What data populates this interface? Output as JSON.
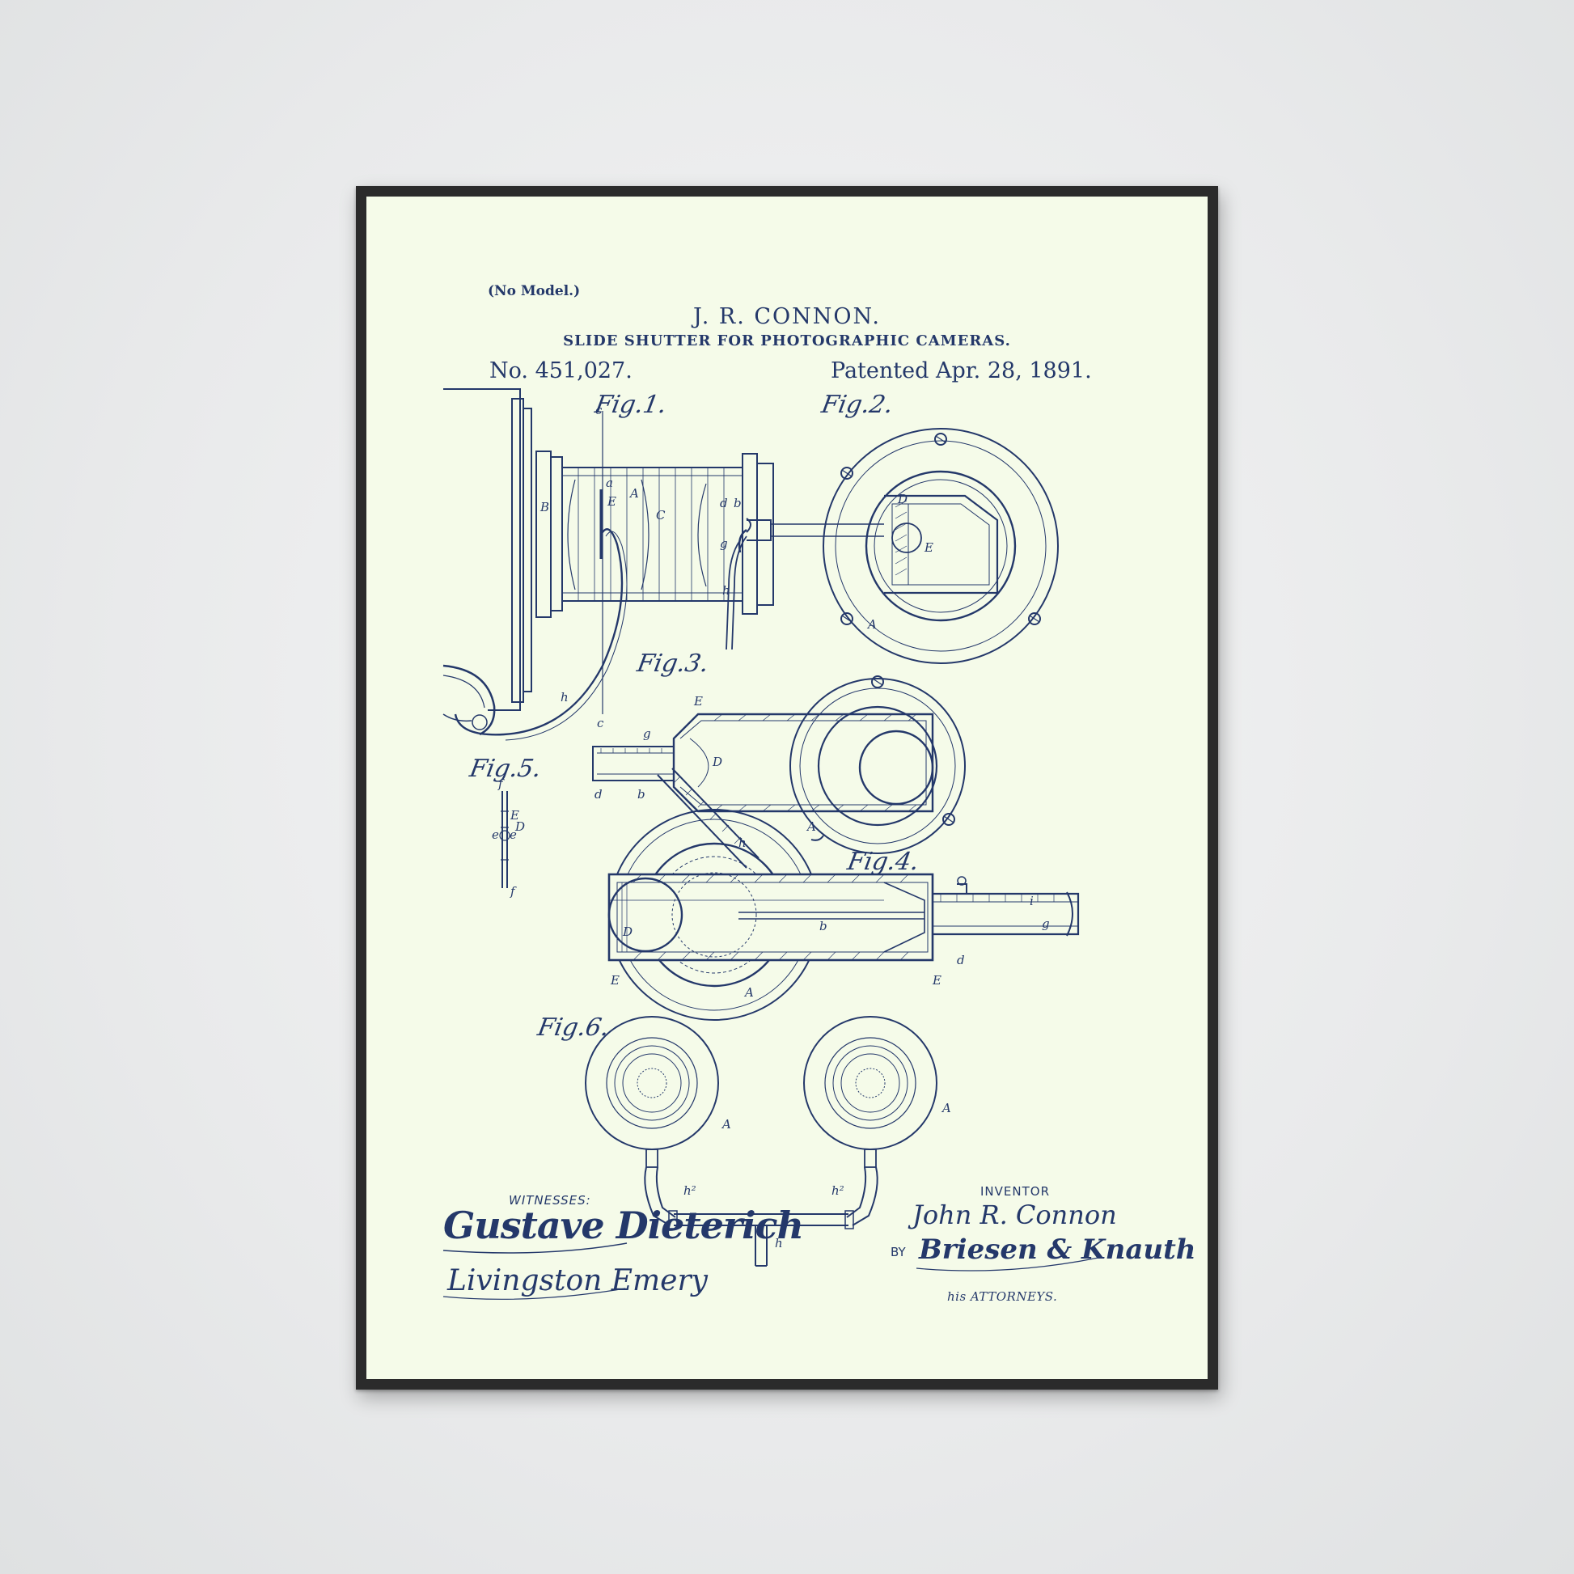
{
  "header": {
    "no_model": "(No Model.)",
    "inventor": "J. R. CONNON.",
    "title": "SLIDE SHUTTER FOR PHOTOGRAPHIC CAMERAS.",
    "patent_number": "No. 451,027.",
    "patent_date": "Patented Apr. 28, 1891."
  },
  "figures": {
    "fig1": "Fig.1.",
    "fig2": "Fig.2.",
    "fig3": "Fig.3.",
    "fig4": "Fig.4.",
    "fig5": "Fig.5.",
    "fig6": "Fig.6."
  },
  "reference_letters": {
    "c": "c",
    "a": "a",
    "E": "E",
    "A": "A",
    "B": "B",
    "C": "C",
    "h": "h",
    "d": "d",
    "b": "b",
    "g": "g",
    "D": "D",
    "f": "f",
    "e": "e",
    "i": "i",
    "h2": "h²"
  },
  "signatures": {
    "witnesses_label": "WITNESSES:",
    "witness_1": "Gustave Dieterich",
    "witness_2": "Livingston Emery",
    "inventor_label": "INVENTOR",
    "inventor_signature": "John R. Connon",
    "by_label": "BY",
    "attorneys_signature": "Briesen & Knauth",
    "attorneys_label": "his ATTORNEYS."
  },
  "colors": {
    "ink": "#24386a",
    "paper": "#f5fbe9",
    "frame": "#2b2b2b",
    "wall": "#e9eaeb"
  }
}
